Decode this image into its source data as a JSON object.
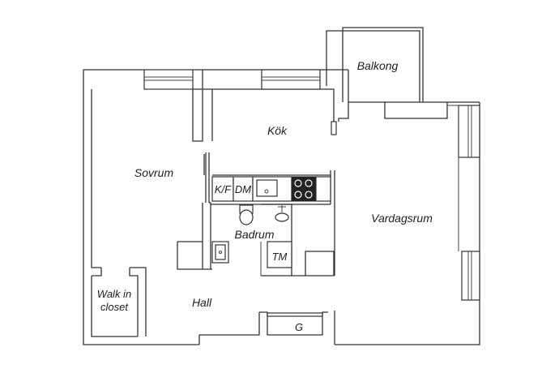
{
  "rooms": {
    "balkong": "Balkong",
    "kok": "Kök",
    "sovrum": "Sovrum",
    "vardagsrum": "Vardagsrum",
    "badrum": "Badrum",
    "hall": "Hall",
    "walk_in_line1": "Walk in",
    "walk_in_line2": "closet"
  },
  "appliances": {
    "kf": "K/F",
    "dm": "DM",
    "tm": "TM",
    "g": "G"
  },
  "colors": {
    "wall": "#333333",
    "background": "#ffffff"
  }
}
